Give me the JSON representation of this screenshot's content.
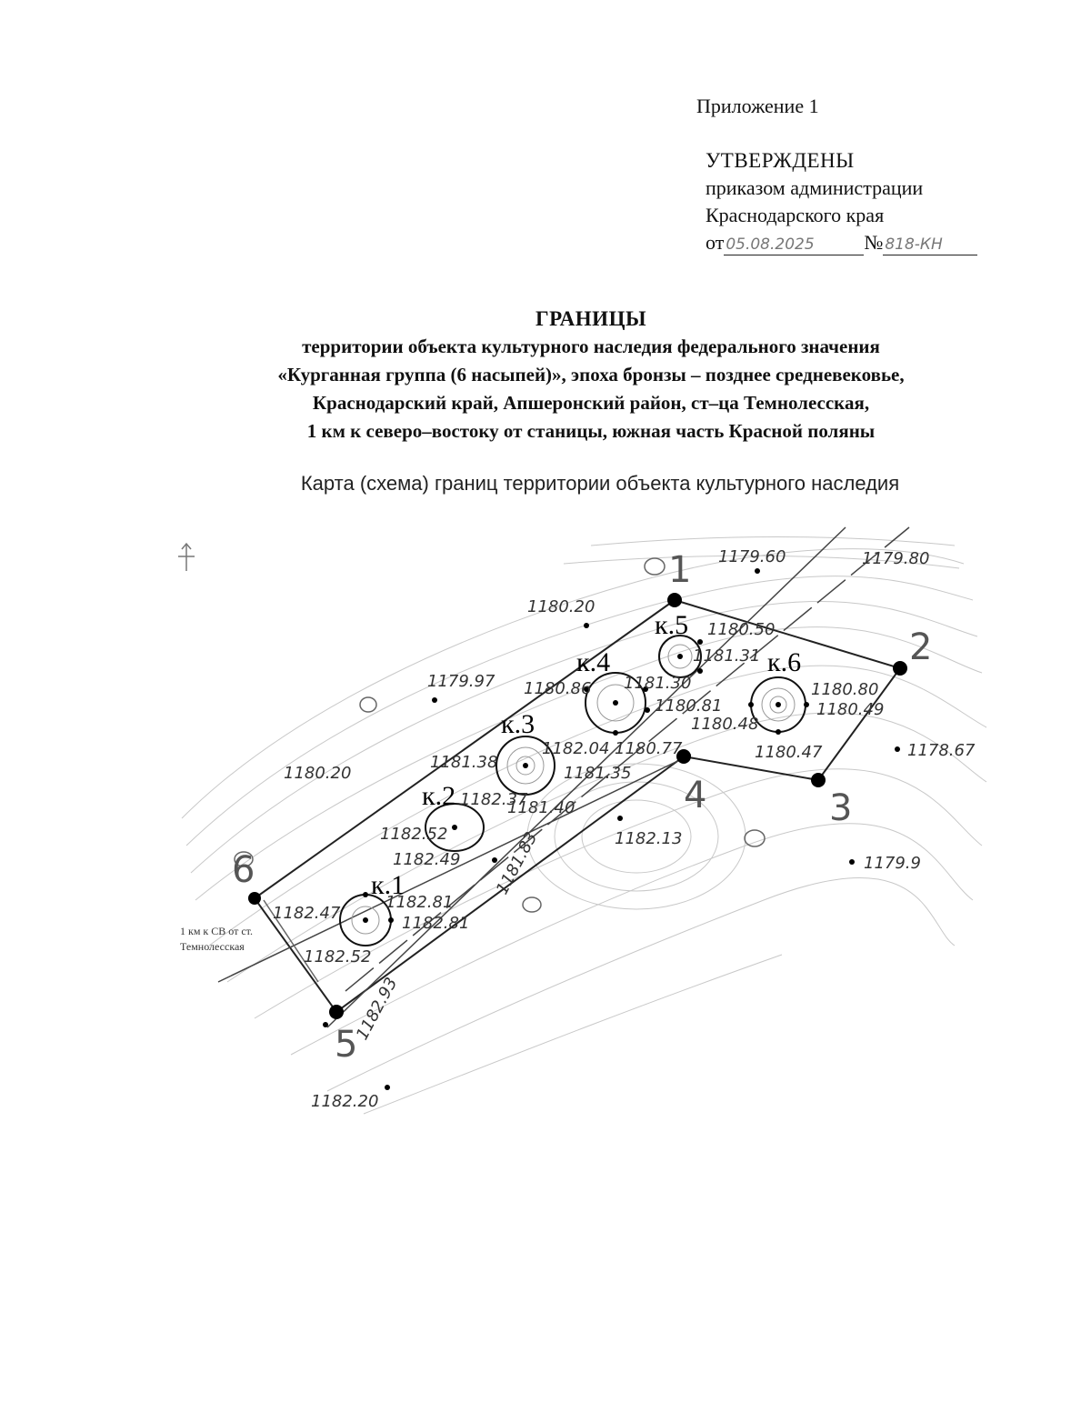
{
  "header": {
    "annex": "Приложение 1",
    "approved_title": "УТВЕРЖДЕНЫ",
    "approved_by_line1": "приказом администрации",
    "approved_by_line2": "Краснодарского края",
    "date_prefix": "от",
    "date_value": "05.08.2025",
    "number_prefix": "№",
    "number_value": "818-КН"
  },
  "title": "ГРАНИЦЫ",
  "subtitle_lines": [
    "территории объекта культурного наследия федерального значения",
    "«Курганная группа (6 насыпей)», эпоха бронзы – позднее средневековье,",
    "Краснодарский край, Апшеронский район, ст–ца Темнолесская,",
    "1 км к северо–востоку от станицы, южная часть Красной поляны"
  ],
  "map_caption": "Карта (схема) границ территории объекта культурного наследия",
  "map": {
    "elevations": [
      "1179.60",
      "1179.80",
      "1180.20",
      "1180.50",
      "1181.31",
      "1180.86",
      "1181.30",
      "1180.81",
      "1180.80",
      "1180.49",
      "1179.97",
      "1180.48",
      "1180.77",
      "1180.47",
      "1178.67",
      "1181.38",
      "1182.04",
      "1181.35",
      "1180.20",
      "1182.37",
      "1181.40",
      "1182.52",
      "1182.49",
      "1182.13",
      "1181.83",
      "1179.9",
      "1182.47",
      "1182.81",
      "1182.81",
      "1182.52",
      "1182.93",
      "1182.20"
    ],
    "mounds": [
      "к.1",
      "к.2",
      "к.3",
      "к.4",
      "к.5",
      "к.6"
    ],
    "points": [
      "1",
      "2",
      "3",
      "4",
      "5",
      "6"
    ],
    "location_note_line1": "1 км к СВ от ст.",
    "location_note_line2": "Темнолесская"
  }
}
